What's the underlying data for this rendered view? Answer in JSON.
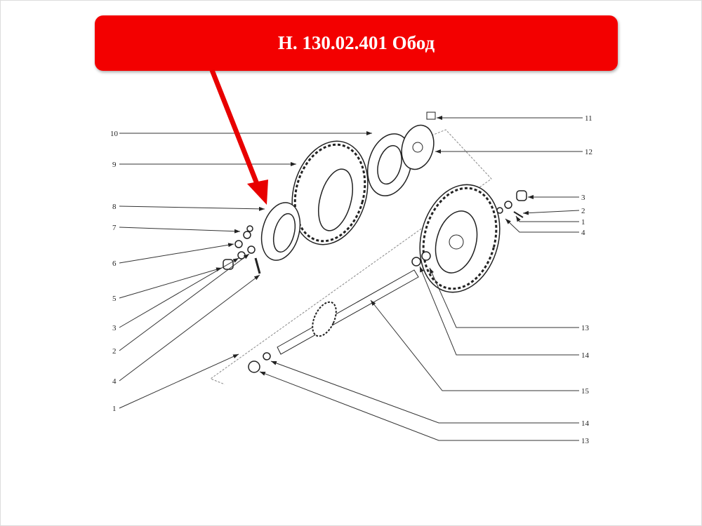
{
  "title": "Н. 130.02.401 Обод",
  "colors": {
    "banner": "#f30000",
    "arrow": "#e80000"
  },
  "callouts_left": [
    "10",
    "9",
    "8",
    "7",
    "6",
    "5",
    "3",
    "2",
    "4",
    "1"
  ],
  "callouts_right": [
    "11",
    "12",
    "3",
    "2",
    "1",
    "4",
    "13",
    "14",
    "15",
    "14",
    "13"
  ]
}
